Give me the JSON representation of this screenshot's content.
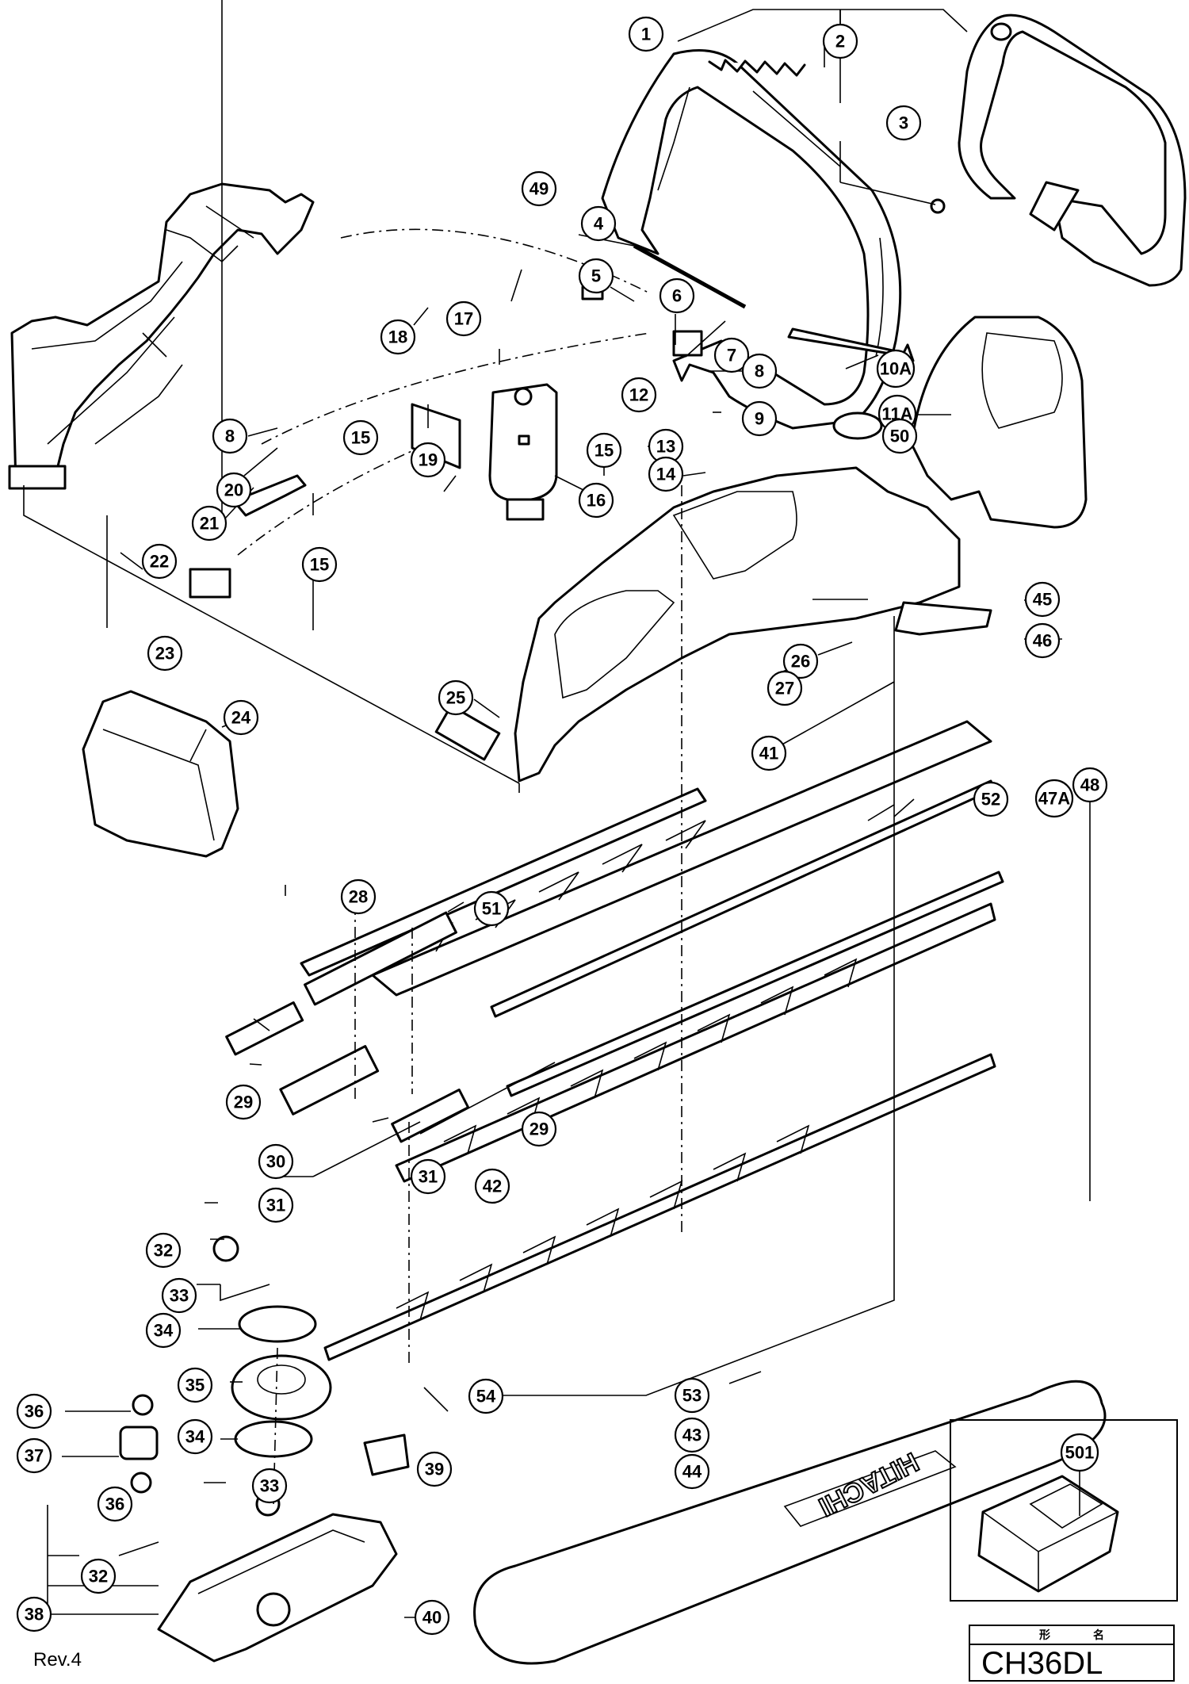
{
  "diagram": {
    "model": "CH36DL",
    "title_block_header": [
      "形",
      "名"
    ],
    "revision": "Rev.4",
    "brand_mark": "HITACHI",
    "part_callouts": [
      "1",
      "2",
      "3",
      "4",
      "5",
      "6",
      "7",
      "8",
      "8",
      "9",
      "10A",
      "11A",
      "12",
      "13",
      "14",
      "15",
      "15",
      "15",
      "16",
      "17",
      "18",
      "19",
      "20",
      "21",
      "22",
      "23",
      "24",
      "25",
      "26",
      "27",
      "28",
      "29",
      "29",
      "30",
      "31",
      "31",
      "32",
      "32",
      "33",
      "33",
      "34",
      "34",
      "35",
      "36",
      "36",
      "37",
      "38",
      "39",
      "40",
      "41",
      "42",
      "43",
      "44",
      "45",
      "46",
      "47A",
      "48",
      "49",
      "50",
      "51",
      "52",
      "53",
      "54",
      "501"
    ]
  },
  "colors": {
    "line": "#000000",
    "background": "#ffffff"
  }
}
